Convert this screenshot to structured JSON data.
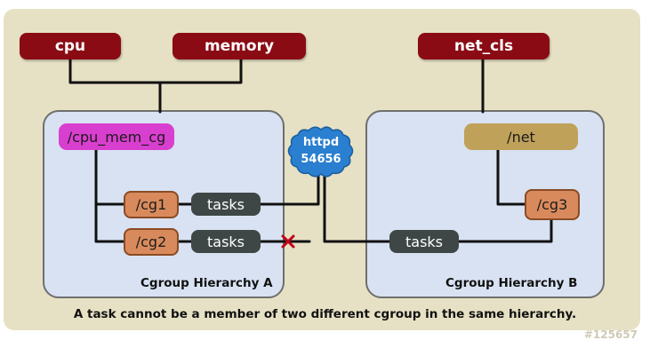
{
  "subsystems": {
    "cpu": "cpu",
    "memory": "memory",
    "net_cls": "net_cls"
  },
  "hierarchy_a": {
    "root": "/cpu_mem_cg",
    "cg1": "/cg1",
    "cg2": "/cg2",
    "tasks1": "tasks",
    "tasks2": "tasks",
    "caption": "Cgroup Hierarchy A"
  },
  "hierarchy_b": {
    "root": "/net",
    "cg3": "/cg3",
    "tasks": "tasks",
    "caption": "Cgroup Hierarchy B"
  },
  "process": {
    "name": "httpd",
    "pid": "54656"
  },
  "footer": "A task cannot be a member of two different cgroup in the same hierarchy.",
  "watermark": "#125657",
  "colors": {
    "subsystem": "#8b0b14",
    "root_a": "#d93fcf",
    "root_b": "#bfa15a",
    "cgroup": "#d98a5c",
    "tasks": "#3f4746",
    "process": "#2a7fd0",
    "forbidden_mark": "#c0001a"
  },
  "icons": {
    "process_badge": "cloud-badge-icon",
    "forbidden": "cross-mark-icon"
  }
}
